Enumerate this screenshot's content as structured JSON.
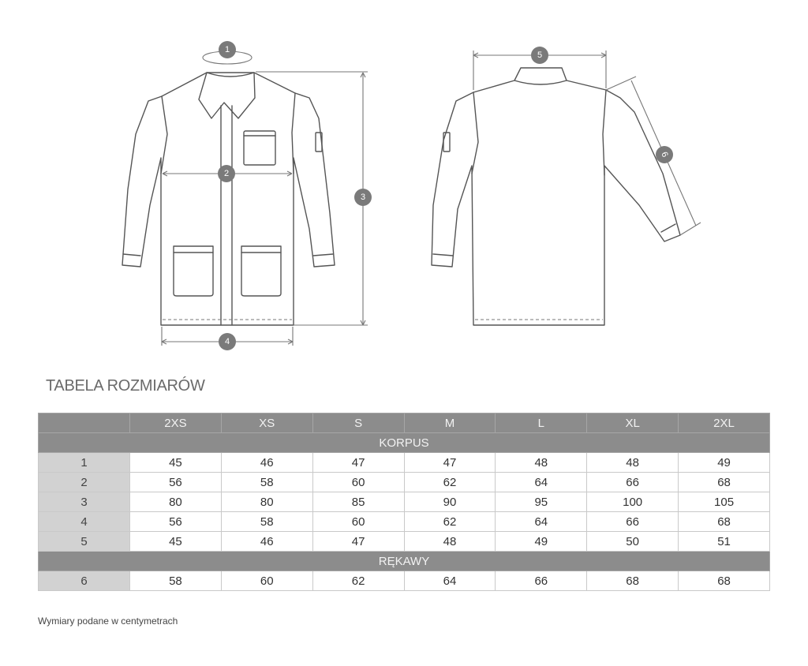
{
  "diagram": {
    "markers": [
      "1",
      "2",
      "3",
      "4",
      "5",
      "6"
    ]
  },
  "table": {
    "title": "TABELA ROZMIARÓW",
    "sizes": [
      "2XS",
      "XS",
      "S",
      "M",
      "L",
      "XL",
      "2XL"
    ],
    "sections": [
      {
        "name": "KORPUS",
        "rows": [
          {
            "label": "1",
            "values": [
              "45",
              "46",
              "47",
              "47",
              "48",
              "48",
              "49"
            ]
          },
          {
            "label": "2",
            "values": [
              "56",
              "58",
              "60",
              "62",
              "64",
              "66",
              "68"
            ]
          },
          {
            "label": "3",
            "values": [
              "80",
              "80",
              "85",
              "90",
              "95",
              "100",
              "105"
            ]
          },
          {
            "label": "4",
            "values": [
              "56",
              "58",
              "60",
              "62",
              "64",
              "66",
              "68"
            ]
          },
          {
            "label": "5",
            "values": [
              "45",
              "46",
              "47",
              "48",
              "49",
              "50",
              "51"
            ]
          }
        ]
      },
      {
        "name": "RĘKAWY",
        "rows": [
          {
            "label": "6",
            "values": [
              "58",
              "60",
              "62",
              "64",
              "66",
              "68",
              "68"
            ]
          }
        ]
      }
    ]
  },
  "footnote": "Wymiary podane w centymetrach",
  "colors": {
    "header_bg": "#8c8c8c",
    "row_label_bg": "#d2d2d2",
    "marker_fill": "#7a7a7a"
  }
}
